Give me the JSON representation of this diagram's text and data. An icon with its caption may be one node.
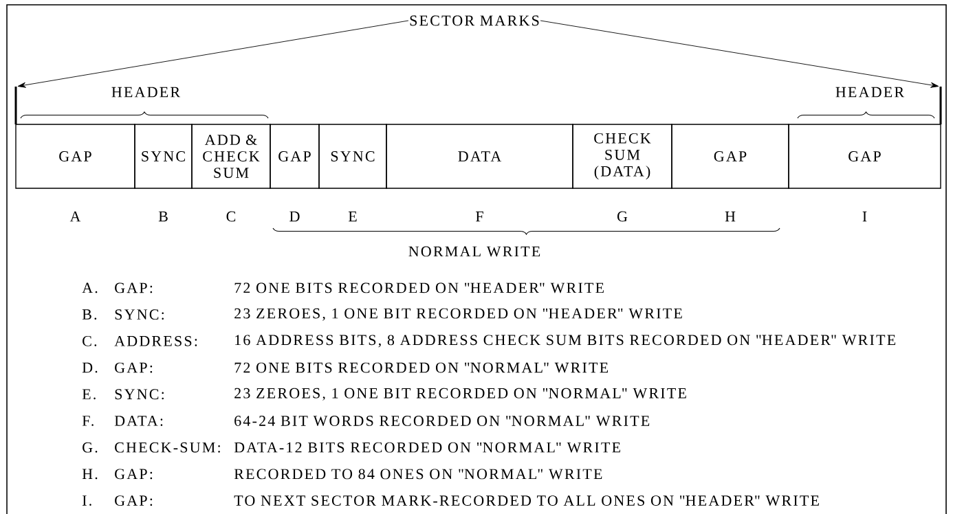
{
  "diagram": {
    "nodes": [
      {
        "text": [
          "SECTOR MARKS"
        ]
      },
      {
        "text": [],
        "shape": "bar"
      },
      {
        "text": [],
        "shape": "bar"
      },
      {
        "text": [
          "GAP"
        ],
        "beside": [
          "A"
        ]
      },
      {
        "text": [
          "SYNC"
        ],
        "beside": [
          "B"
        ]
      },
      {
        "text": [
          "ADD & CHECK SUM"
        ],
        "beside": [
          "C"
        ]
      },
      {
        "text": [
          "GAP"
        ],
        "beside": [
          "D"
        ]
      },
      {
        "text": [
          "SYNC"
        ],
        "beside": [
          "E"
        ]
      },
      {
        "text": [
          "DATA"
        ],
        "beside": [
          "F"
        ]
      },
      {
        "text": [
          "CHECK SUM (DATA)"
        ],
        "beside": [
          "G"
        ]
      },
      {
        "text": [
          "GAP"
        ],
        "beside": [
          "H"
        ]
      },
      {
        "text": [
          "GAP"
        ],
        "beside": [
          "I"
        ]
      }
    ],
    "edges": [
      {
        "from": 0,
        "to": 1,
        "arrow": "to"
      },
      {
        "from": 0,
        "to": 2,
        "arrow": "to"
      }
    ],
    "labels": [
      "HEADER",
      "HEADER",
      "NORMAL WRITE",
      "A.",
      "GAP:",
      "72 ONE BITS RECORDED ON \"HEADER\" WRITE",
      "B.",
      "SYNC:",
      "23 ZEROES, 1 ONE BIT RECORDED ON \"HEADER\" WRITE",
      "C.",
      "ADDRESS:",
      "16 ADDRESS BITS, 8 ADDRESS CHECK SUM BITS RECORDED ON \"HEADER\" WRITE",
      "D.",
      "GAP:",
      "72 ONE BITS RECORDED ON \"NORMAL\" WRITE",
      "E.",
      "SYNC:",
      "23 ZEROES, 1 ONE BIT RECORDED ON \"NORMAL\" WRITE",
      "F.",
      "DATA:",
      "64-24 BIT WORDS RECORDED ON \"NORMAL\" WRITE",
      "G.",
      "CHECK-SUM:",
      "DATA-12 BITS RECORDED ON \"NORMAL\" WRITE",
      "H.",
      "GAP:",
      "RECORDED TO 84 ONES ON \"NORMAL\" WRITE",
      "I.",
      "GAP:",
      "TO NEXT SECTOR MARK-RECORDED TO ALL ONES ON \"HEADER\" WRITE"
    ]
  }
}
